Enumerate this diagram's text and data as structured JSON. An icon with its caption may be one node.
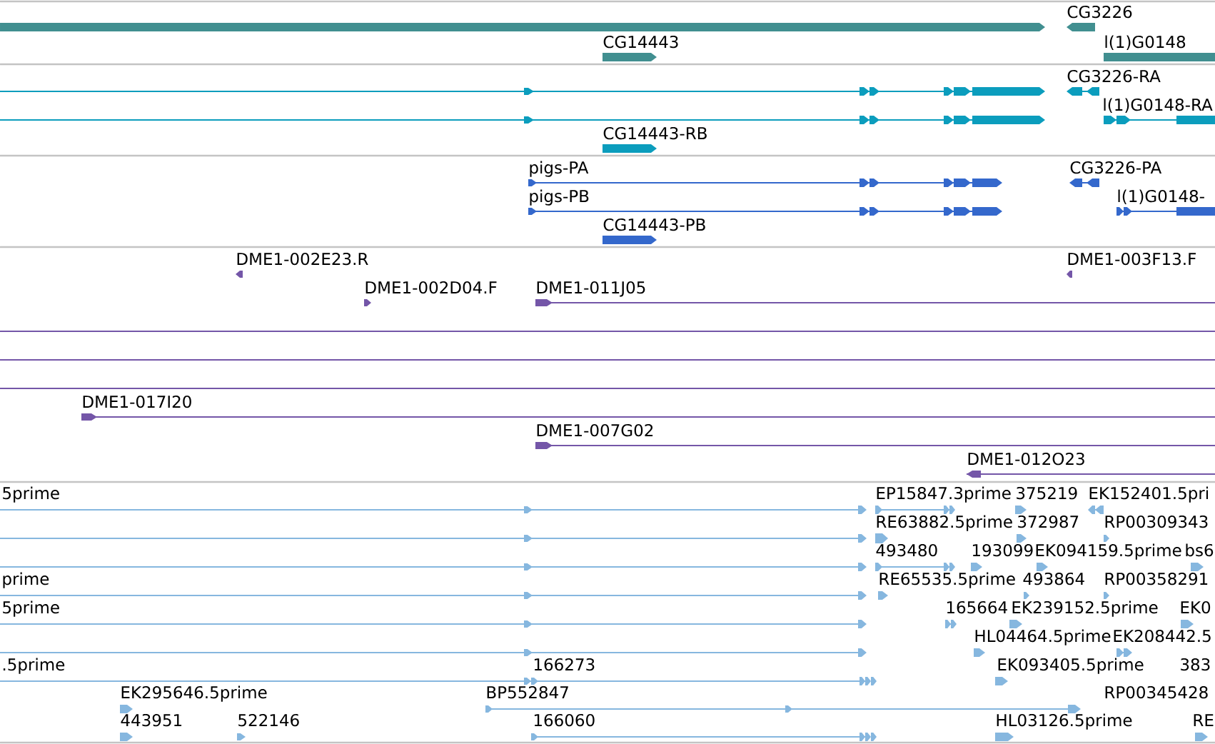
{
  "diagram": {
    "nodes": [
      {
        "text": [],
        "shape": "bar"
      },
      {
        "text": [
          "CG3226"
        ]
      },
      {
        "text": [
          "CG14443"
        ]
      },
      {
        "text": [
          "l(1)G0148"
        ]
      },
      {
        "text": [],
        "shape": "line"
      },
      {
        "text": [
          "CG3226-RA"
        ]
      },
      {
        "text": [],
        "shape": "line"
      },
      {
        "text": [
          "l(1)G0148-RA"
        ]
      },
      {
        "text": [
          "CG14443-RB"
        ]
      },
      {
        "text": [
          "pigs-PA"
        ]
      },
      {
        "text": [
          "CG3226-PA"
        ]
      },
      {
        "text": [
          "pigs-PB"
        ]
      },
      {
        "text": [
          "l(1)G0148-"
        ]
      },
      {
        "text": [
          "CG14443-PB"
        ]
      },
      {
        "text": [
          "DME1-002E23.R"
        ]
      },
      {
        "text": [
          "DME1-003F13.F"
        ]
      },
      {
        "text": [
          "DME1-002D04.F"
        ]
      },
      {
        "text": [
          "DME1-011J05"
        ]
      },
      {
        "text": [],
        "shape": "line"
      },
      {
        "text": [],
        "shape": "line"
      },
      {
        "text": [],
        "shape": "line"
      },
      {
        "text": [
          "DME1-017I20"
        ]
      },
      {
        "text": [
          "DME1-007G02"
        ]
      },
      {
        "text": [
          "DME1-012O23"
        ]
      },
      {
        "text": [
          "5prime"
        ]
      },
      {
        "text": [
          "EP15847.3prime"
        ]
      },
      {
        "text": [
          "375219"
        ]
      },
      {
        "text": [
          "EK152401.5pri"
        ]
      },
      {
        "text": [],
        "shape": "line"
      },
      {
        "text": [
          "RE63882.5prime"
        ]
      },
      {
        "text": [
          "372987"
        ]
      },
      {
        "text": [
          "RP00309343"
        ]
      },
      {
        "text": [],
        "shape": "line"
      },
      {
        "text": [
          "493480"
        ]
      },
      {
        "text": [
          "193099"
        ]
      },
      {
        "text": [
          "EK094159.5prime"
        ]
      },
      {
        "text": [
          "bs6"
        ]
      },
      {
        "text": [
          "prime"
        ]
      },
      {
        "text": [
          "RE65535.5prime"
        ]
      },
      {
        "text": [
          "493864"
        ]
      },
      {
        "text": [
          "RP00358291"
        ]
      },
      {
        "text": [
          "5prime"
        ]
      },
      {
        "text": [
          "165664"
        ]
      },
      {
        "text": [
          "EK239152.5prime"
        ]
      },
      {
        "text": [
          "EK0"
        ]
      },
      {
        "text": [],
        "shape": "line"
      },
      {
        "text": [
          "HL04464.5prime"
        ]
      },
      {
        "text": [
          "EK208442.5"
        ]
      },
      {
        "text": [
          ".5prime"
        ]
      },
      {
        "text": [
          "166273"
        ]
      },
      {
        "text": [
          "EK093405.5prime"
        ]
      },
      {
        "text": [
          "EK295646.5prime"
        ]
      },
      {
        "text": [
          "BP552847"
        ]
      },
      {
        "text": [
          "443951"
        ]
      },
      {
        "text": [
          "522146"
        ]
      },
      {
        "text": [
          "166060"
        ]
      },
      {
        "text": [
          "HL03126.5prime"
        ]
      },
      {
        "text": [
          "RE"
        ]
      }
    ],
    "labels": [
      "383",
      "RP00345428"
    ]
  }
}
